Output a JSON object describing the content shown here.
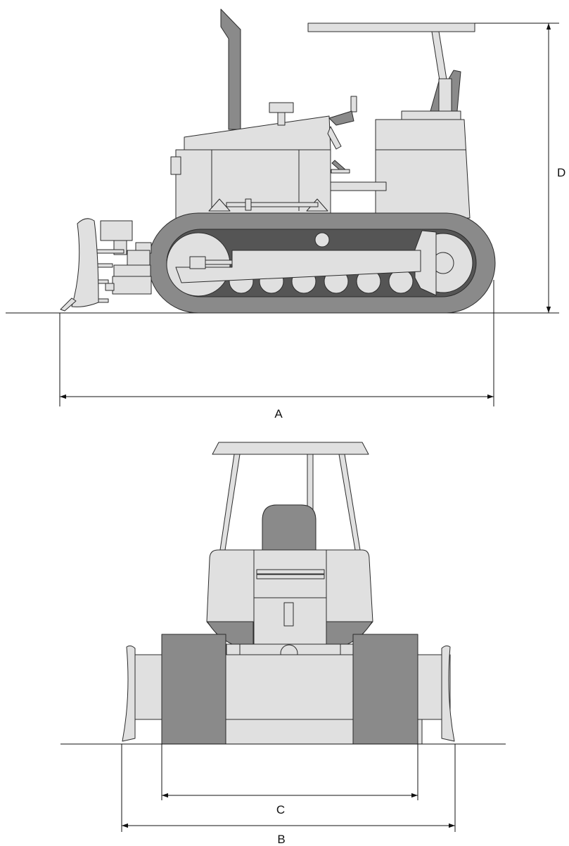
{
  "dimension_labels": {
    "a": "A",
    "b": "B",
    "c": "C",
    "d": "D"
  },
  "colors": {
    "body_fill": "#e0e0e0",
    "track_fill": "#8a8a8a",
    "track_inner": "#555555",
    "outline": "#2b2b2b"
  }
}
